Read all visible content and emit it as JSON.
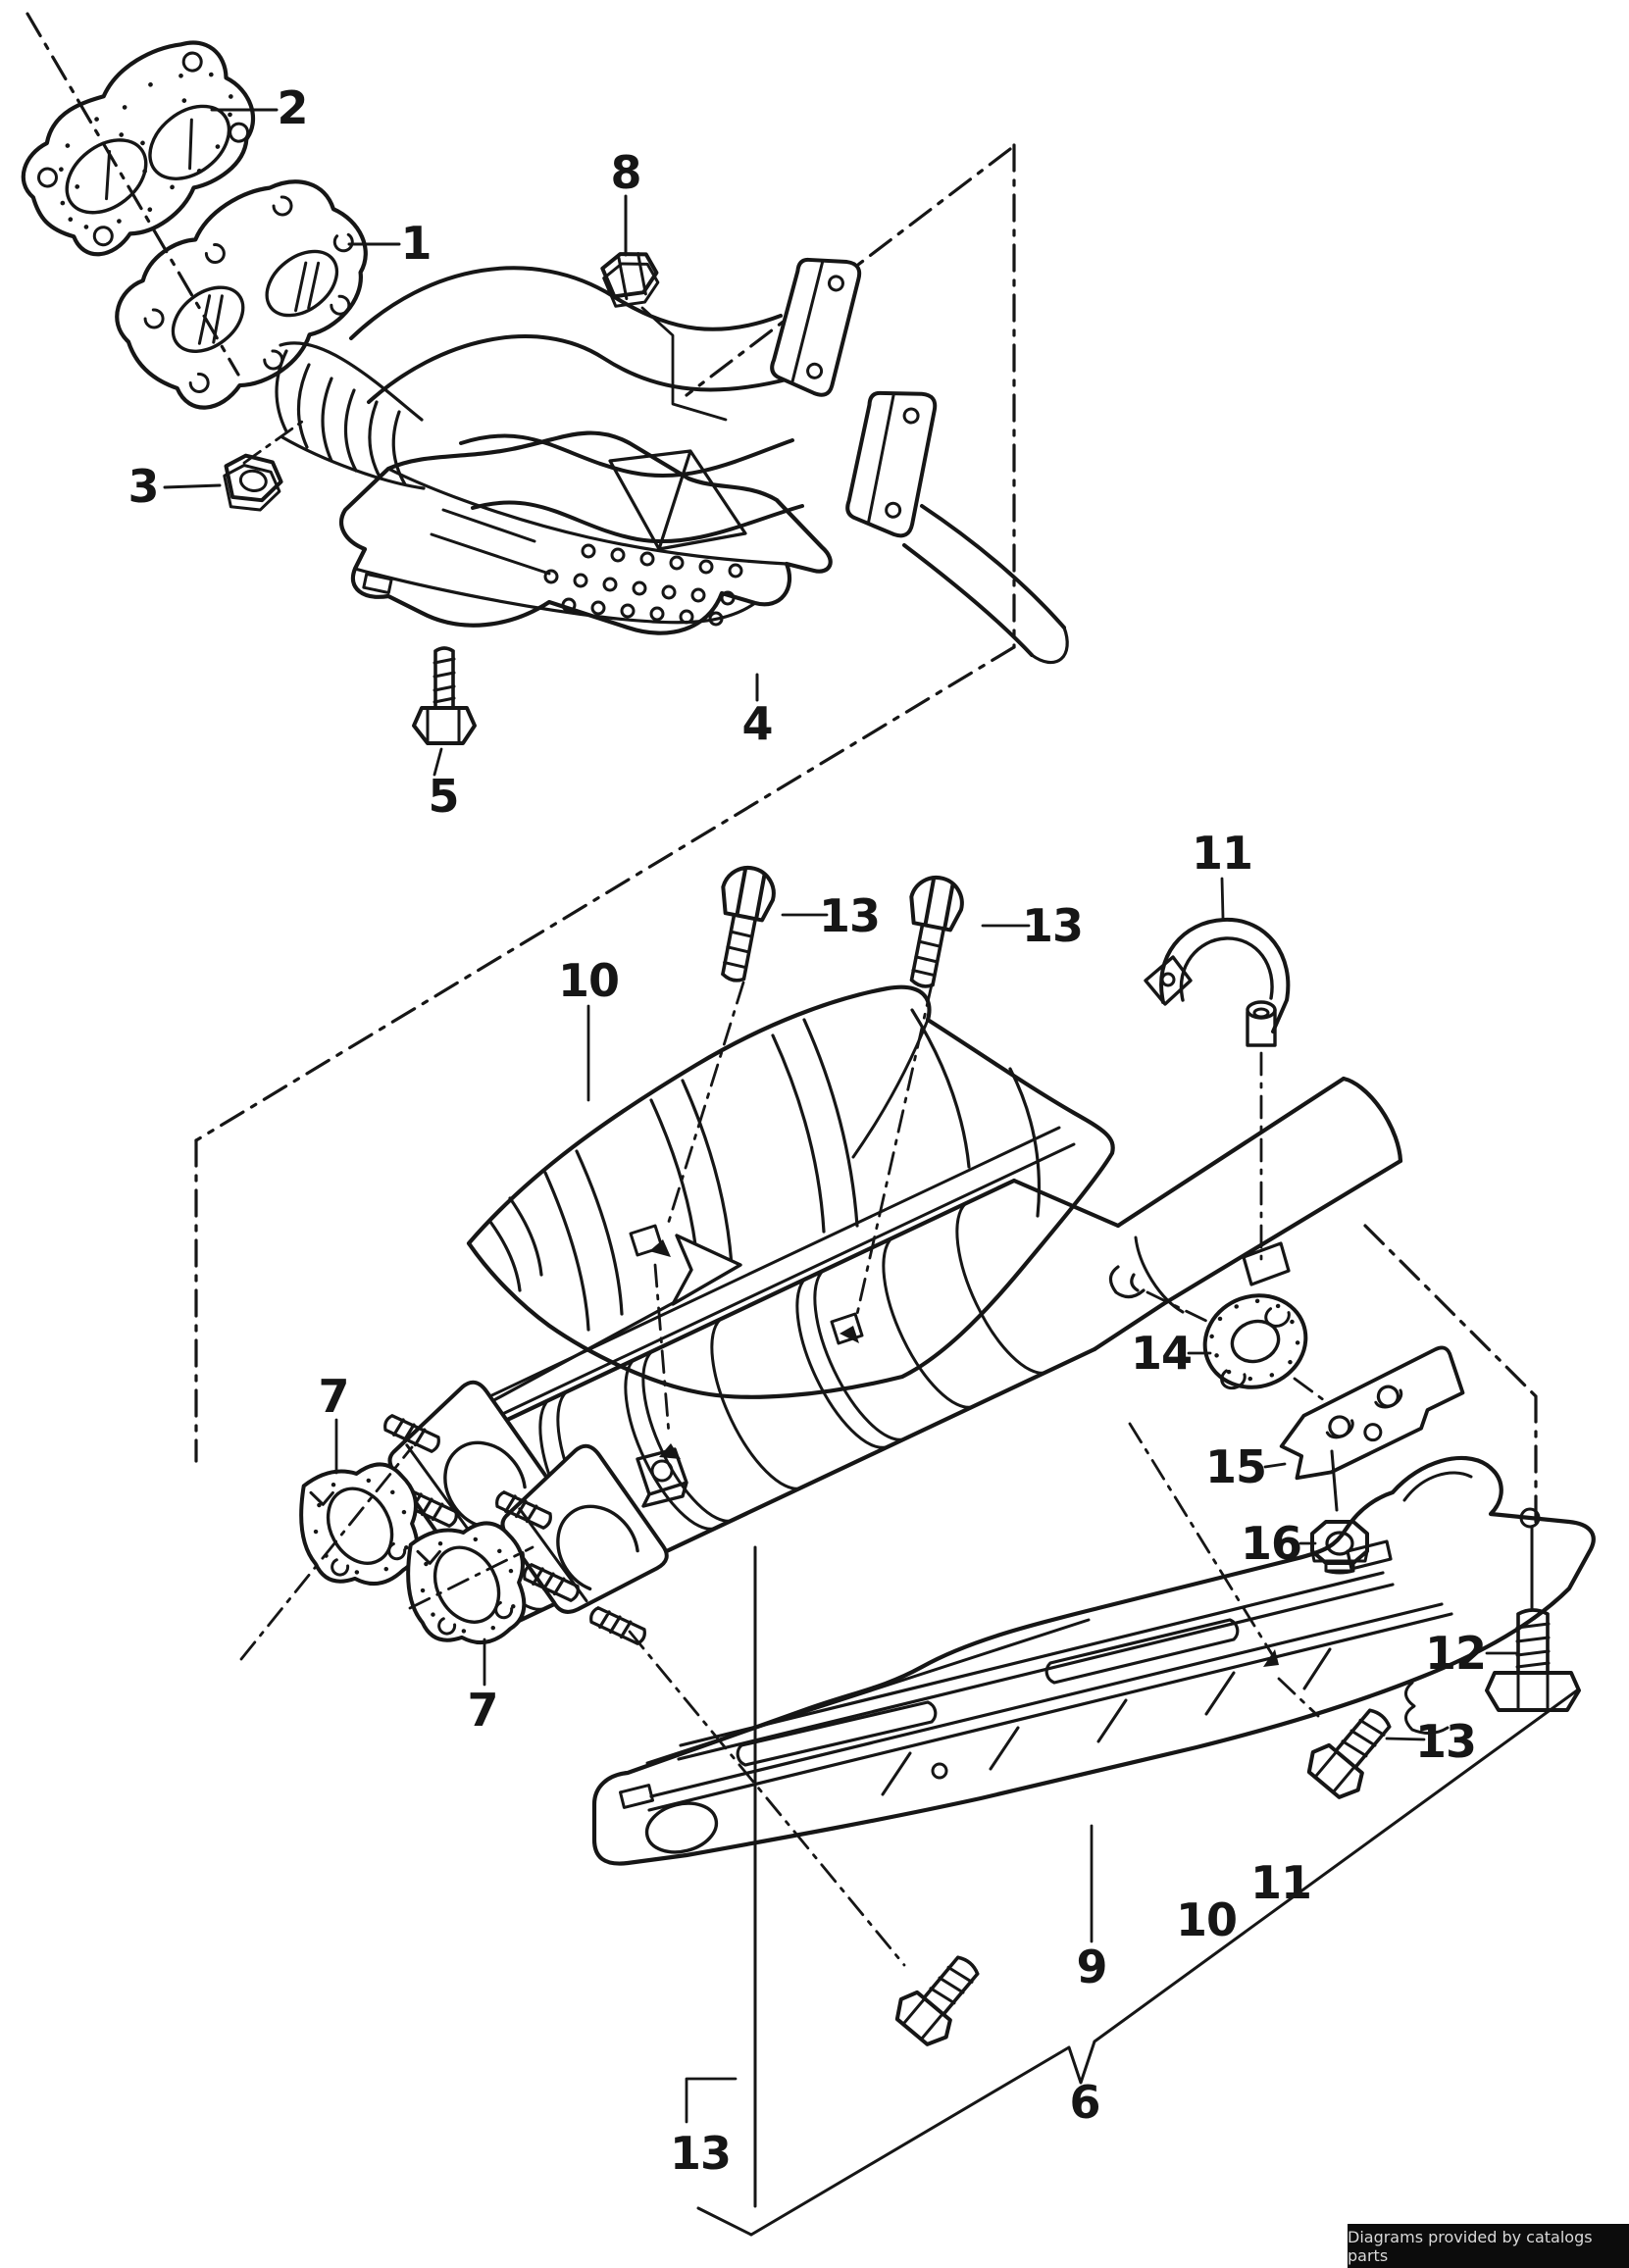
{
  "diagram": {
    "description_type": "exploded-parts-diagram",
    "callouts": {
      "n1": "1",
      "n2": "2",
      "n3": "3",
      "n4": "4",
      "n5": "5",
      "n6": "6",
      "n7": "7",
      "n8": "8",
      "n9": "9",
      "n10": "10",
      "n11": "11",
      "n12": "12",
      "n13": "13",
      "n14": "14",
      "n15": "15",
      "n16": "16"
    },
    "colors": {
      "line": "#161616",
      "background": "#ffffff",
      "badge_bg": "#0c0c0c",
      "badge_text": "#d9d9d9"
    }
  },
  "footer": {
    "badge_text": "Diagrams provided by catalogs parts"
  }
}
